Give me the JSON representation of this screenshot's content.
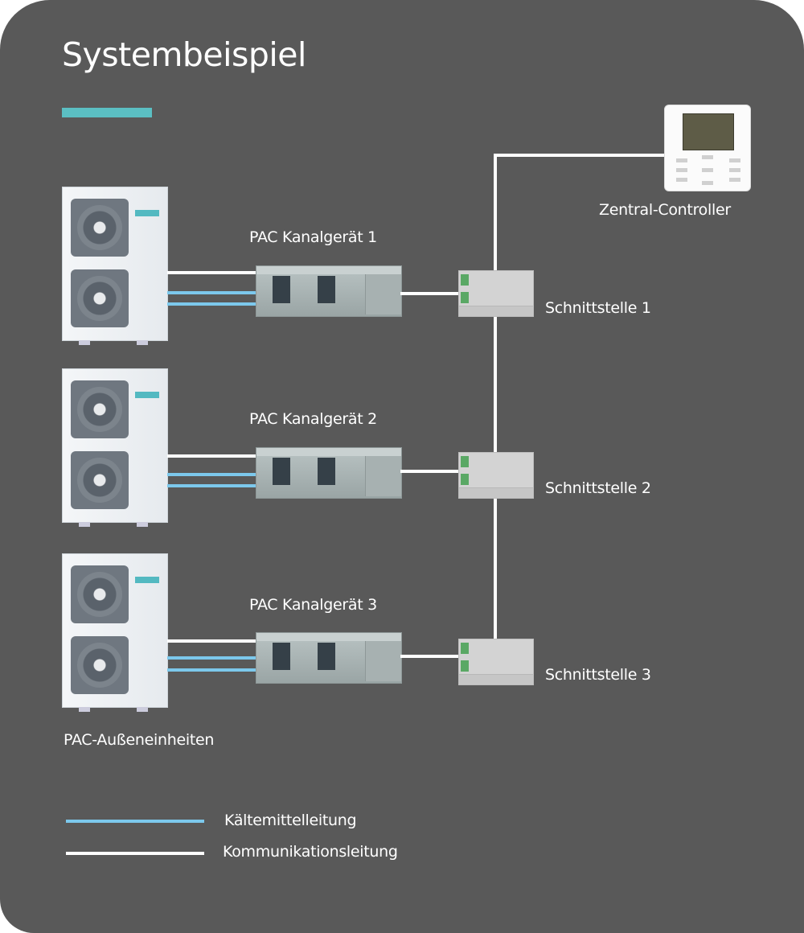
{
  "title": "Systembeispiel",
  "colors": {
    "background": "#595959",
    "accent": "#5bbfc3",
    "refrigerant_line": "#7cc8ec",
    "communication_line": "#ffffff"
  },
  "devices": {
    "central_controller": {
      "label": "Zentral-Controller",
      "icon": "wall-controller-icon"
    },
    "outdoor_units": {
      "label": "PAC-Außeneinheiten",
      "icon": "outdoor-unit-icon",
      "count": 3
    },
    "duct_units": [
      {
        "label": "PAC Kanalgerät 1",
        "icon": "duct-unit-icon"
      },
      {
        "label": "PAC Kanalgerät 2",
        "icon": "duct-unit-icon"
      },
      {
        "label": "PAC Kanalgerät 3",
        "icon": "duct-unit-icon"
      }
    ],
    "interfaces": [
      {
        "label": "Schnittstelle 1",
        "icon": "interface-module-icon"
      },
      {
        "label": "Schnittstelle 2",
        "icon": "interface-module-icon"
      },
      {
        "label": "Schnittstelle 3",
        "icon": "interface-module-icon"
      }
    ]
  },
  "legend": [
    {
      "label": "Kältemittelleitung",
      "type": "refrigerant"
    },
    {
      "label": "Kommunikationsleitung",
      "type": "communication"
    }
  ]
}
